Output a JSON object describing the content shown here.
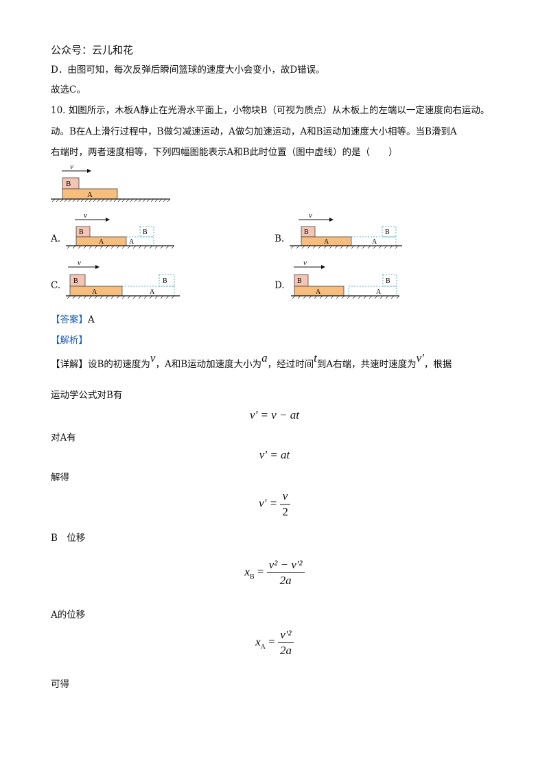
{
  "header": {
    "watermark": "公众号：云儿和花"
  },
  "lines": {
    "d_conclusion": "D．由图可知，每次反弹后瞬间篮球的速度大小会变小，故D错误。",
    "choice": "故选C。",
    "q10_line1": "10. 如图所示，木板A静止在光滑水平面上，小物块B（可视为质点）从木板上的左端以一定速度向右运动。",
    "q10_line2": "动。B在A上滑行过程中，B做匀减速运动，A做匀加速运动，A和B运动加速度大小相等。当B滑到A",
    "q10_line3": "右端时，两者速度相等，下列四幅图能表示A和B此时位置（图中虚线）的是（　　）"
  },
  "figure_labels": {
    "a": "A",
    "b": "B",
    "v": "v"
  },
  "options": {
    "a": "A.",
    "b": "B.",
    "c": "C.",
    "d": "D."
  },
  "answer": {
    "tag": "【答案】",
    "value": "A"
  },
  "analysis": {
    "tag": "【解析】"
  },
  "detail": {
    "tag": "【详解】",
    "p1": "设B的初速度为",
    "p2": "，A和B运动加速度大小为",
    "p3": "，经过时间",
    "p4": "到A右端，共速时速度为",
    "p5": "，根据",
    "line2": "运动学公式对B有",
    "v": "v",
    "a": "a",
    "t": "t",
    "vp": "v'"
  },
  "equations": {
    "eq1": "v' = v − at",
    "for_a": "对A有",
    "eq2": "v' = at",
    "solve": "解得",
    "eq3_lhs": "v' =",
    "eq3_num": "v",
    "eq3_den": "2",
    "b_disp": "B　位移",
    "eq4_lhs": "x",
    "eq4_sub": "B",
    "eq4_eq": "=",
    "eq4_num": "v² − v'²",
    "eq4_den": "2a",
    "a_disp": "A的位移",
    "eq5_lhs": "x",
    "eq5_sub": "A",
    "eq5_eq": "=",
    "eq5_num": "v'²",
    "eq5_den": "2a",
    "keyi": "可得"
  }
}
